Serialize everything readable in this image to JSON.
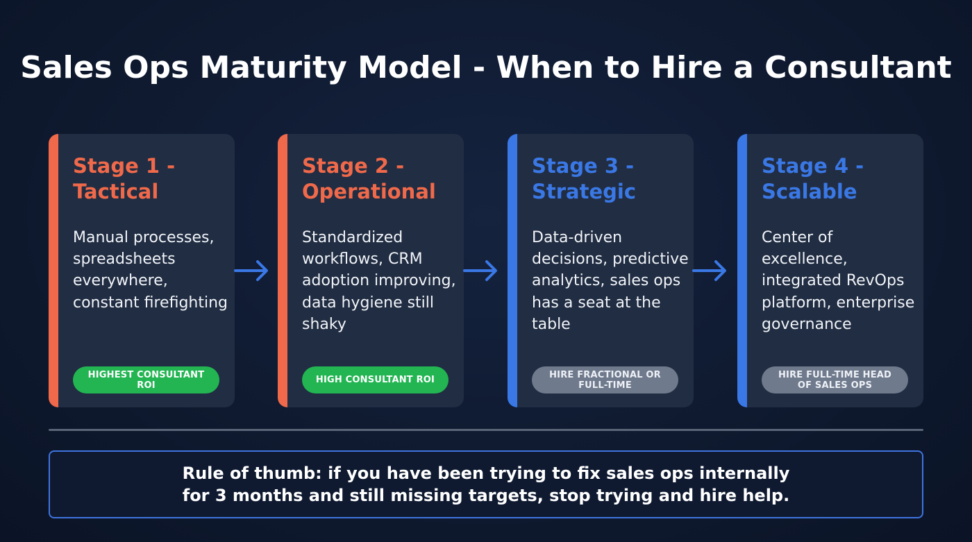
{
  "title": "Sales Ops Maturity Model - When to Hire a Consultant",
  "colors": {
    "orange_accent": "#f0694a",
    "blue_accent": "#3a78e6",
    "green_badge": "#22b552",
    "gray_badge": "#6f7a8d",
    "card_bg": "#212d42",
    "page_bg": "#0f1a30"
  },
  "stages": [
    {
      "title": "Stage 1 - Tactical",
      "description": "Manual processes, spreadsheets everywhere, constant firefighting",
      "badge": "HIGHEST CONSULTANT ROI",
      "accent": "orange",
      "badge_style": "green"
    },
    {
      "title": "Stage 2 - Operational",
      "description": "Standardized workflows, CRM adoption improving, data hygiene still shaky",
      "badge": "HIGH CONSULTANT ROI",
      "accent": "orange",
      "badge_style": "green"
    },
    {
      "title": "Stage 3 - Strategic",
      "description": "Data-driven decisions, predictive analytics, sales ops has a seat at the table",
      "badge": "HIRE FRACTIONAL OR FULL-TIME",
      "accent": "blue",
      "badge_style": "gray"
    },
    {
      "title": "Stage 4 - Scalable",
      "description": "Center of excellence, integrated RevOps platform, enterprise governance",
      "badge": "HIRE FULL-TIME HEAD OF SALES OPS",
      "accent": "blue",
      "badge_style": "gray"
    }
  ],
  "arrow_icon": "arrow-right-icon",
  "rule_of_thumb": "Rule of thumb: if you have been trying to fix sales ops internally for 3 months and still missing targets, stop trying and hire help."
}
